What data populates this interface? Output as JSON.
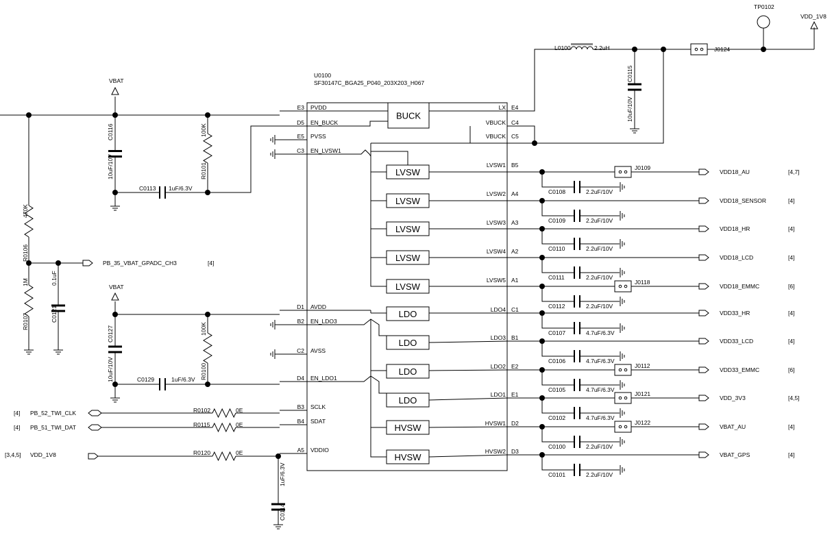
{
  "chip": {
    "ref": "U0100",
    "part": "SF30147C_BGA25_P040_203X203_H067",
    "left_pins": [
      {
        "ball": "E3",
        "name": "PVDD"
      },
      {
        "ball": "D5",
        "name": "EN_BUCK"
      },
      {
        "ball": "E5",
        "name": "PVSS"
      },
      {
        "ball": "C3",
        "name": "EN_LVSW1"
      },
      {
        "ball": "D1",
        "name": "AVDD"
      },
      {
        "ball": "B2",
        "name": "EN_LDO3"
      },
      {
        "ball": "C2",
        "name": "AVSS"
      },
      {
        "ball": "D4",
        "name": "EN_LDO1"
      },
      {
        "ball": "B3",
        "name": "SCLK"
      },
      {
        "ball": "B4",
        "name": "SDAT"
      },
      {
        "ball": "A5",
        "name": "VDDIO"
      }
    ],
    "right_pins": [
      {
        "ball": "E4",
        "name": "LX"
      },
      {
        "ball": "C4",
        "name": "VBUCK"
      },
      {
        "ball": "C5",
        "name": "VBUCK"
      },
      {
        "ball": "B5",
        "name": "LVSW1"
      },
      {
        "ball": "A4",
        "name": "LVSW2"
      },
      {
        "ball": "A3",
        "name": "LVSW3"
      },
      {
        "ball": "A2",
        "name": "LVSW4"
      },
      {
        "ball": "A1",
        "name": "LVSW5"
      },
      {
        "ball": "C1",
        "name": "LDO4"
      },
      {
        "ball": "B1",
        "name": "LDO3"
      },
      {
        "ball": "E2",
        "name": "LDO2"
      },
      {
        "ball": "E1",
        "name": "LDO1"
      },
      {
        "ball": "D2",
        "name": "HVSW1"
      },
      {
        "ball": "D3",
        "name": "HVSW2"
      }
    ],
    "blocks": [
      "BUCK",
      "LVSW",
      "LVSW",
      "LVSW",
      "LVSW",
      "LVSW",
      "LDO",
      "LDO",
      "LDO",
      "LDO",
      "HVSW",
      "HVSW"
    ]
  },
  "rails": [
    {
      "net": "VDD18_AU",
      "sheet": "[4,7]",
      "cap": "C0108",
      "cap_val": "2.2uF/10V",
      "jumper": "J0109"
    },
    {
      "net": "VDD18_SENSOR",
      "sheet": "[4]",
      "cap": "C0109",
      "cap_val": "2.2uF/10V",
      "jumper": ""
    },
    {
      "net": "VDD18_HR",
      "sheet": "[4]",
      "cap": "C0110",
      "cap_val": "2.2uF/10V",
      "jumper": ""
    },
    {
      "net": "VDD18_LCD",
      "sheet": "[4]",
      "cap": "C0111",
      "cap_val": "2.2uF/10V",
      "jumper": ""
    },
    {
      "net": "VDD18_EMMC",
      "sheet": "[6]",
      "cap": "C0112",
      "cap_val": "2.2uF/10V",
      "jumper": "J0118"
    },
    {
      "net": "VDD33_HR",
      "sheet": "[4]",
      "cap": "C0107",
      "cap_val": "4.7uF/6.3V",
      "jumper": ""
    },
    {
      "net": "VDD33_LCD",
      "sheet": "[4]",
      "cap": "C0106",
      "cap_val": "4.7uF/6.3V",
      "jumper": ""
    },
    {
      "net": "VDD33_EMMC",
      "sheet": "[6]",
      "cap": "C0105",
      "cap_val": "4.7uF/6.3V",
      "jumper": "J0112"
    },
    {
      "net": "VDD_3V3",
      "sheet": "[4,5]",
      "cap": "C0102",
      "cap_val": "4.7uF/6.3V",
      "jumper": "J0121"
    },
    {
      "net": "VBAT_AU",
      "sheet": "[4]",
      "cap": "C0100",
      "cap_val": "2.2uF/10V",
      "jumper": "J0122"
    },
    {
      "net": "VBAT_GPS",
      "sheet": "[4]",
      "cap": "C0101",
      "cap_val": "2.2uF/10V",
      "jumper": ""
    }
  ],
  "buck_out": {
    "inductor": "L0100",
    "inductor_val": "2.2uH",
    "cap": "C0115",
    "cap_val": "10uF/10V",
    "jumper": "J0124",
    "testpoint": "TP0102",
    "net": "VDD_1V8"
  },
  "vbat_top": {
    "net": "VBAT",
    "cap": "C0116",
    "cap_val": "10uF/10V",
    "cap2": "C0113",
    "cap2_val": "1uF/6.3V",
    "res": "R0101",
    "res_val": "100K"
  },
  "vbat_bottom": {
    "net": "VBAT",
    "cap": "C0127",
    "cap_val": "10uF/10V",
    "cap2": "C0129",
    "cap2_val": "1uF/6.3V",
    "res": "R0100",
    "res_val": "100K"
  },
  "divider": {
    "r_top": "R0106",
    "r_top_val": "470K",
    "r_bot": "R0107",
    "r_bot_val": "1M",
    "cap": "C0121",
    "cap_val": "0.1uF",
    "net": "PB_35_VBAT_GPADC_CH3",
    "sheet": "[4]"
  },
  "twi": [
    {
      "net": "PB_52_TWI_CLK",
      "sheet": "[4]",
      "res": "R0102",
      "res_val": "0E"
    },
    {
      "net": "PB_51_TWI_DAT",
      "sheet": "[4]",
      "res": "R0115",
      "res_val": "0E"
    },
    {
      "net": "VDD_1V8",
      "sheet": "[3,4,5]",
      "res": "R0120",
      "res_val": "0E"
    }
  ],
  "vddio_cap": {
    "cap": "C0114",
    "cap_val": "1uF/6.3V"
  }
}
